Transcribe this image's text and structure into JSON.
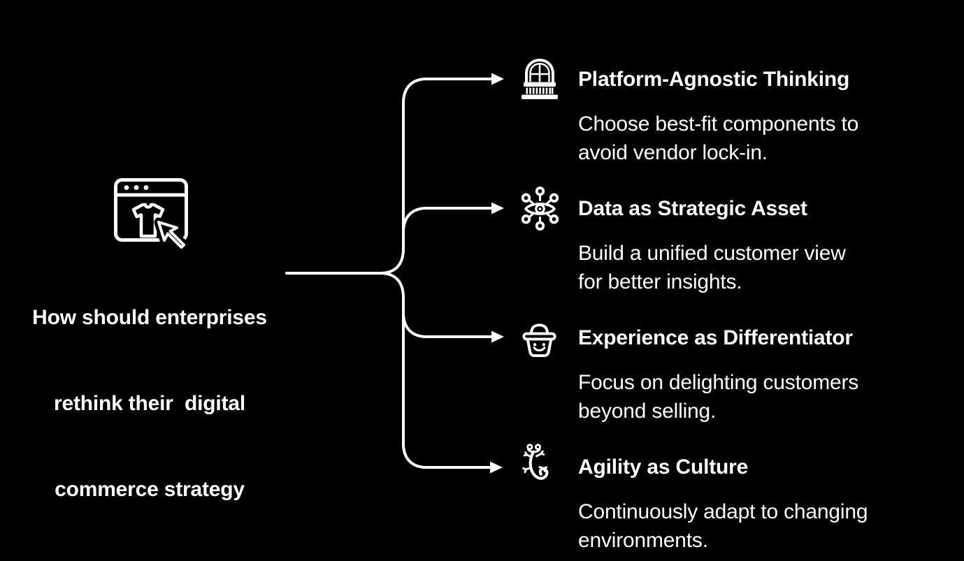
{
  "canvas": {
    "background": "#000000",
    "foreground": "#ffffff"
  },
  "center": {
    "icon": "browser-shirt-cursor-icon",
    "question_lines": [
      "How should enterprises",
      "rethink their  digital",
      "commerce strategy"
    ]
  },
  "branches": [
    {
      "icon": "balcony-icon",
      "title": "Platform-Agnostic Thinking",
      "desc_lines": [
        "Choose best-fit components to",
        "avoid vendor lock-in."
      ]
    },
    {
      "icon": "data-network-eye-icon",
      "title": "Data as Strategic Asset",
      "desc_lines": [
        "Build a unified customer view",
        "for better insights."
      ]
    },
    {
      "icon": "smiling-basket-icon",
      "title": "Experience as Differentiator",
      "desc_lines": [
        "Focus on delighting customers",
        "beyond selling."
      ]
    },
    {
      "icon": "lizard-icon",
      "title": "Agility as Culture",
      "desc_lines": [
        "Continuously adapt to changing",
        "environments."
      ]
    }
  ]
}
